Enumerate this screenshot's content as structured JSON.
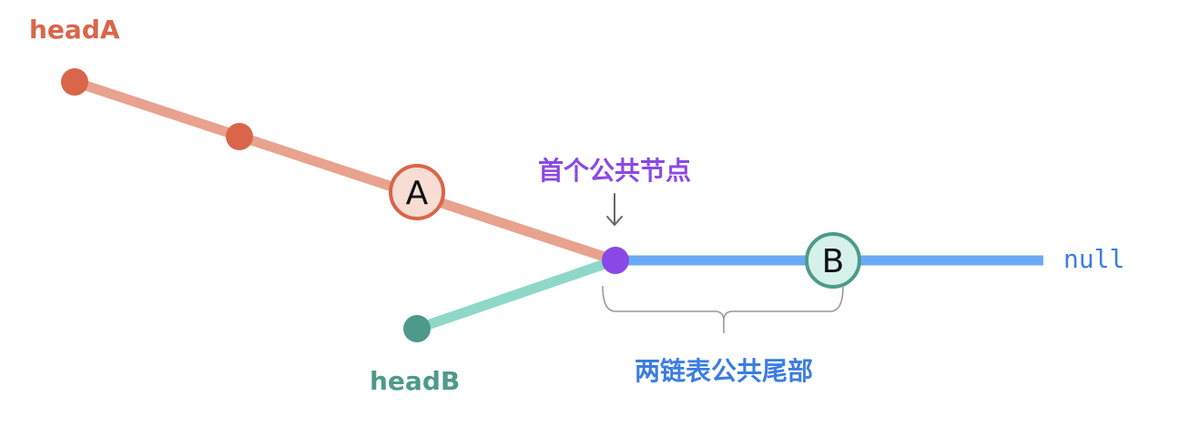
{
  "labels": {
    "head_a": "headA",
    "head_b": "headB",
    "first_common_node": "首个公共节点",
    "common_tail": "两链表公共尾部",
    "null": "null"
  },
  "nodes": {
    "a": "A",
    "b": "B"
  },
  "colors": {
    "list_a_line": "#e8a28e",
    "list_a_node": "#d9654a",
    "list_a_circle_fill": "#f7ddd4",
    "list_b_line": "#8ed8c8",
    "list_b_node": "#4e9a8a",
    "list_b_circle_fill": "#d6f0ea",
    "common_line": "#6aaaf5",
    "common_node": "#8a48e6",
    "common_label": "#3b7de0",
    "purple_label": "#8a48e6",
    "null_text": "#3b7de0",
    "arrow": "#666666",
    "brace": "#999999"
  },
  "icons": {
    "arrow": "down-arrow-icon",
    "brace": "curly-brace-icon"
  }
}
